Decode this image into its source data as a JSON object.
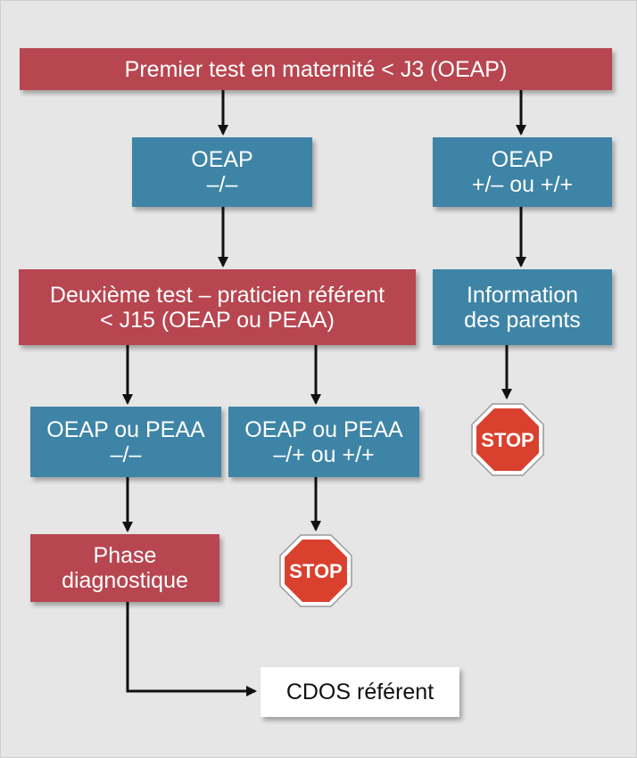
{
  "colors": {
    "red_box": "#b74650",
    "blue_box": "#3e84a6",
    "stop_sign": "#d9412e",
    "background": "#e6e6e6"
  },
  "nodes": {
    "first_test": {
      "line1": "Premier test en maternité < J3 (OEAP)"
    },
    "oeap_neg": {
      "line1": "OEAP",
      "line2": "–/–"
    },
    "oeap_pos": {
      "line1": "OEAP",
      "line2": "+/– ou +/+"
    },
    "second_test": {
      "line1": "Deuxième test – praticien référent",
      "line2": "< J15 (OEAP ou PEAA)"
    },
    "info_parents": {
      "line1": "Information",
      "line2": "des parents"
    },
    "oeap_peaa_neg": {
      "line1": "OEAP ou PEAA",
      "line2": "–/–"
    },
    "oeap_peaa_pos": {
      "line1": "OEAP ou PEAA",
      "line2": "–/+ ou +/+"
    },
    "phase_diag": {
      "line1": "Phase",
      "line2": "diagnostique"
    },
    "cdos": {
      "line1": "CDOS référent"
    }
  },
  "stop_signs": [
    {
      "label": "STOP",
      "icon": "stop-sign-icon"
    },
    {
      "label": "STOP",
      "icon": "stop-sign-icon"
    }
  ]
}
